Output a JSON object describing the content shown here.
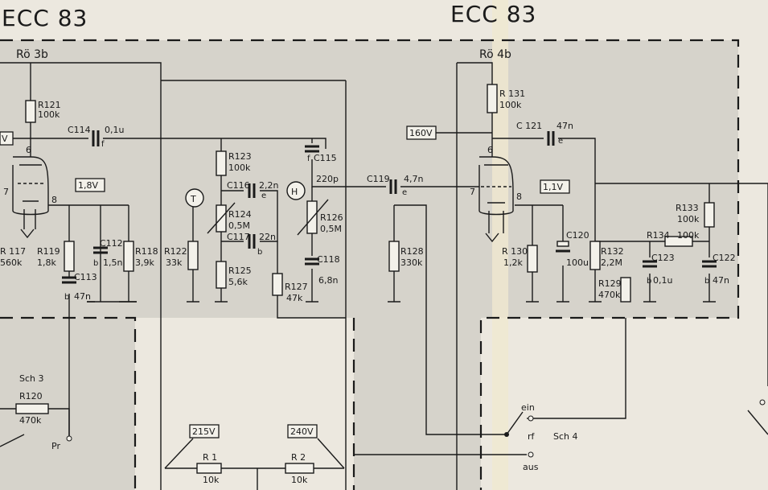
{
  "titles": {
    "left": "ECC 83",
    "right": "ECC 83"
  },
  "tubes": {
    "left": "Rö 3b",
    "right": "Rö 4b"
  },
  "pins": {
    "p6": "6",
    "p7": "7",
    "p8": "8"
  },
  "voltages": {
    "v_left": "V",
    "v18": "1,8V",
    "v160": "160V",
    "v11": "1,1V",
    "v215": "215V",
    "v240": "240V"
  },
  "components": {
    "R121": "R121",
    "R121v": "100k",
    "C114": "C114",
    "C114v": "0,1u",
    "R117": "R 117",
    "R117v": "560k",
    "R119": "R119",
    "R119v": "1,8k",
    "C112": "C112",
    "C112v": "1,5n",
    "R118": "R118",
    "R118v": "3,9k",
    "C113": "C113",
    "C113v": "47n",
    "R123": "R123",
    "R123v": "100k",
    "C116": "C116",
    "C116v": "2,2n",
    "R124": "R124",
    "R124v": "0,5M",
    "C117": "C117",
    "C117v": "22n",
    "R122": "R122",
    "R122v": "33k",
    "R125": "R125",
    "R125v": "5,6k",
    "C115": "C115",
    "C115v": "220p",
    "R126": "R126",
    "R126v": "0,5M",
    "C118": "C118",
    "C118v": "6,8n",
    "R127": "R127",
    "R127v": "47k",
    "C119": "C119",
    "C119v": "4,7n",
    "R128": "R128",
    "R128v": "330k",
    "R131": "R 131",
    "R131v": "100k",
    "C121": "C 121",
    "C121v": "47n",
    "R130": "R 130",
    "R130v": "1,2k",
    "C120": "C120",
    "C120v": "100u",
    "R132": "R132",
    "R132v": "2,2M",
    "R129": "R129",
    "R129v": "470k",
    "R134": "R134",
    "R134v": "100k",
    "C123": "C123",
    "C123v": "0,1u",
    "R133": "R133",
    "R133v": "100k",
    "C122": "C122",
    "C122v": "47n",
    "R120": "R120",
    "R120v": "470k",
    "R1": "R 1",
    "R1v": "10k",
    "R2": "R 2",
    "R2v": "10k"
  },
  "controls": {
    "T": "T",
    "H": "H"
  },
  "switches": {
    "sch3": "Sch 3",
    "pr": "Pr",
    "sch4": "Sch 4",
    "ein": "ein",
    "rf": "rf",
    "aus": "aus"
  },
  "marks": {
    "b": "b",
    "e": "e",
    "f": "f"
  }
}
